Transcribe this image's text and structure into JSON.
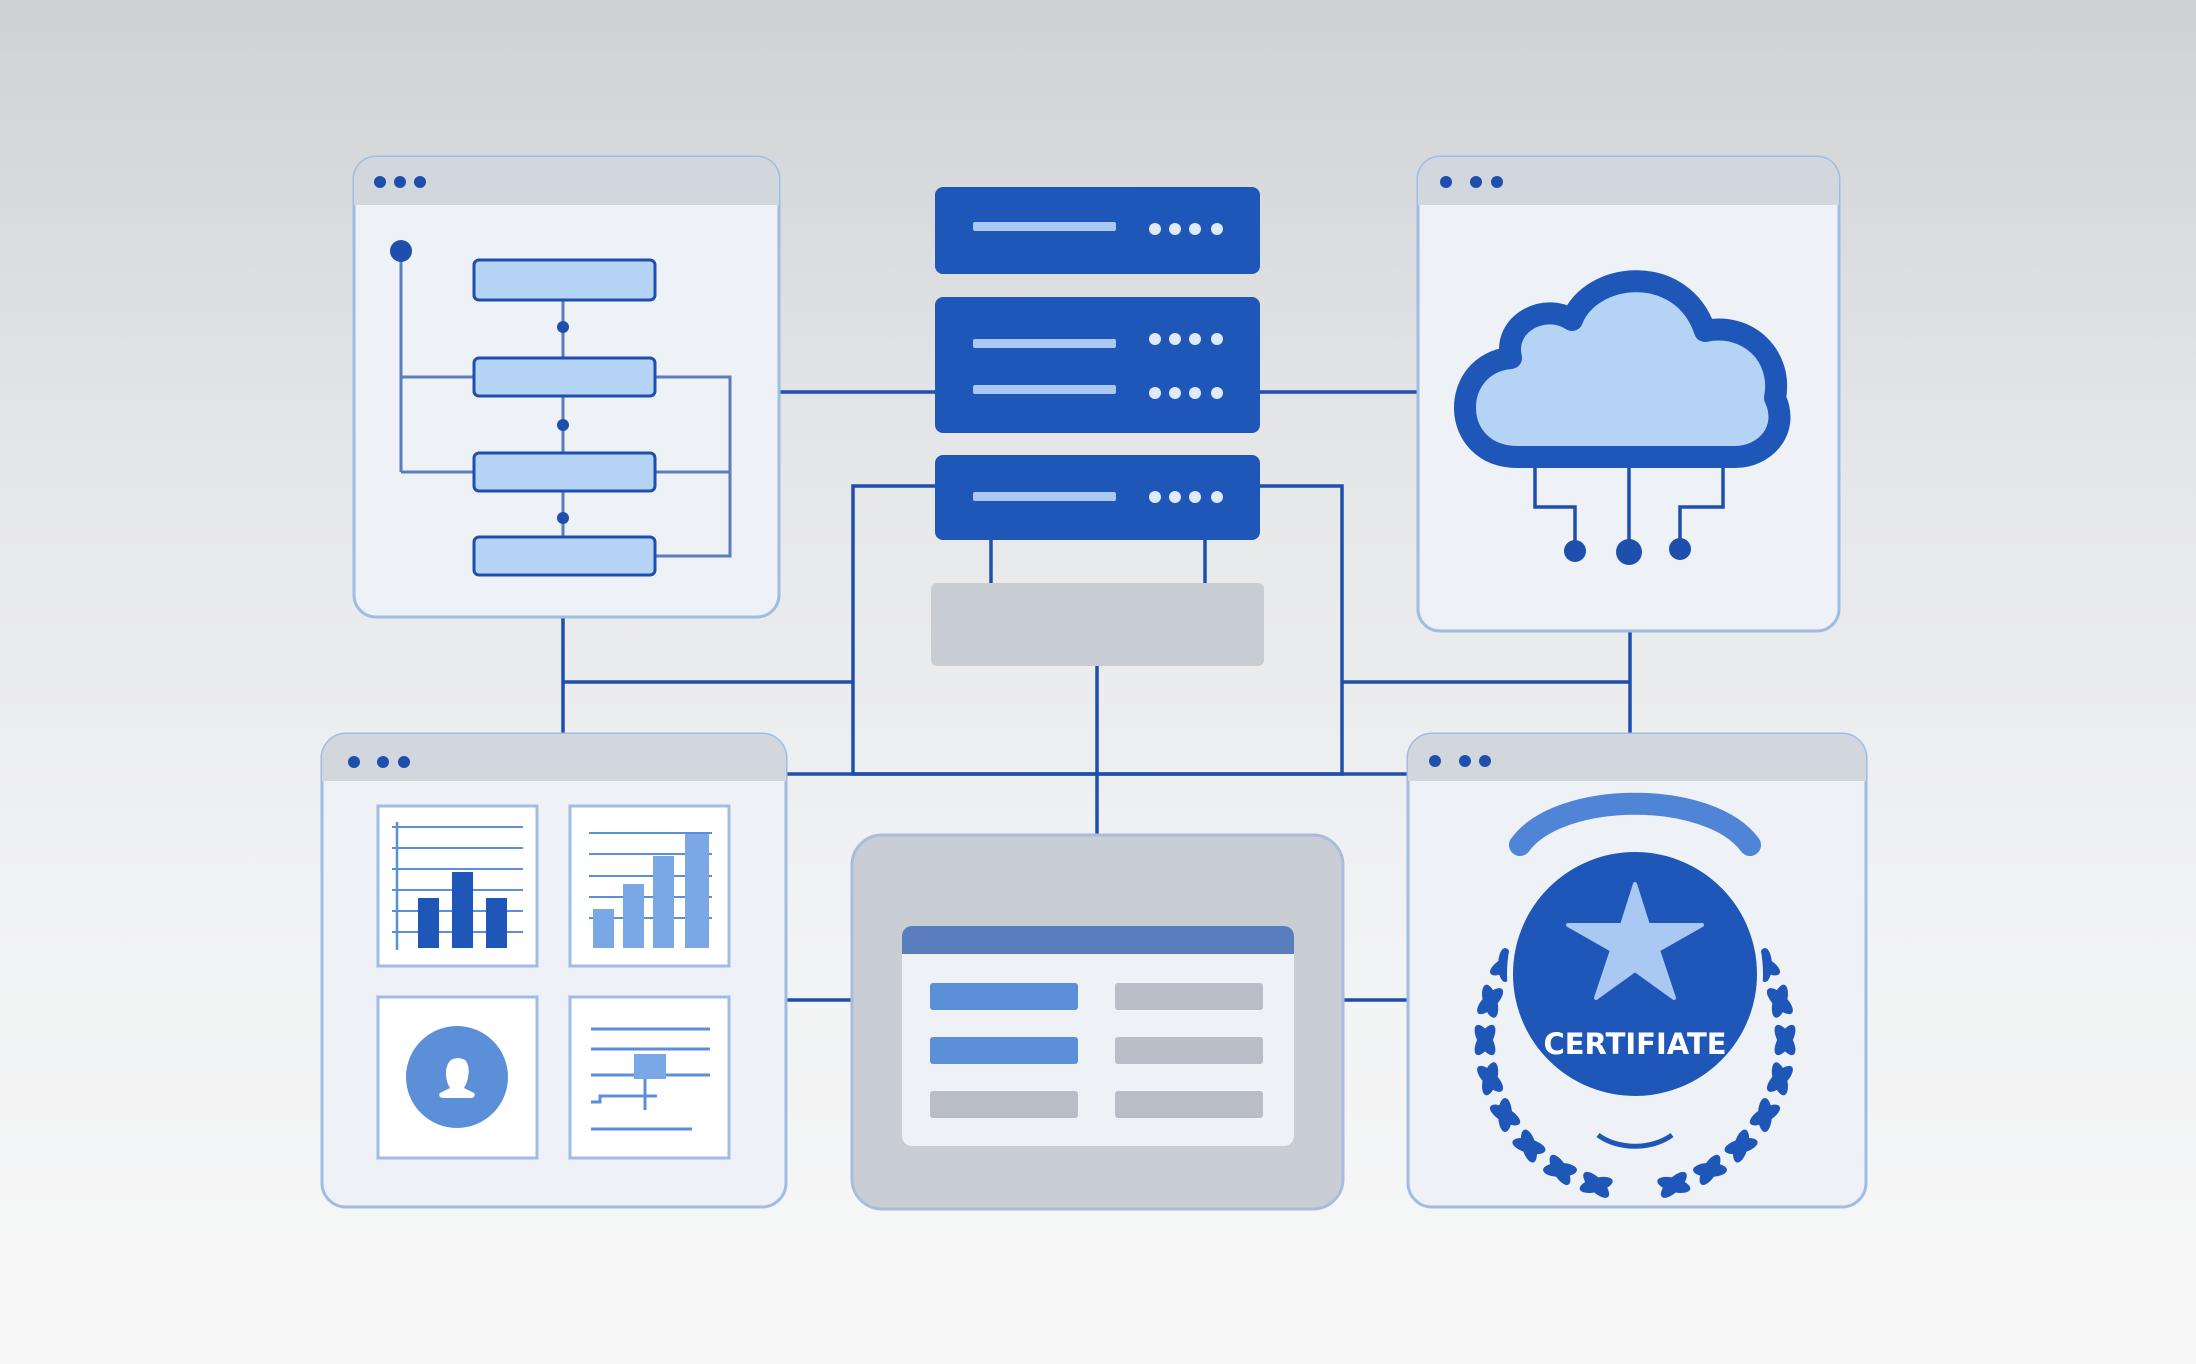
{
  "palette": {
    "line": "#1f4fad",
    "dark_blue": "#1f57b8",
    "mid_blue": "#5b8fd8",
    "light_blue": "#b4d3f5",
    "panel_fill": "#eef1f5",
    "panel_border": "#9fbde4",
    "titlebar": "#d2d7de",
    "gray_block": "#c8ccd3"
  },
  "diagram": {
    "nodes": [
      {
        "id": "flowchart-window",
        "kind": "window",
        "icon": "flowchart-icon"
      },
      {
        "id": "server-stack",
        "kind": "server",
        "icon": "server-rack-icon"
      },
      {
        "id": "cloud-window",
        "kind": "window",
        "icon": "cloud-network-icon"
      },
      {
        "id": "dashboard-window",
        "kind": "window",
        "icon": "analytics-dashboard-icon"
      },
      {
        "id": "table-panel",
        "kind": "panel",
        "icon": "data-table-icon"
      },
      {
        "id": "certificate-window",
        "kind": "window",
        "icon": "certificate-badge-icon"
      }
    ],
    "edges": [
      [
        "flowchart-window",
        "server-stack"
      ],
      [
        "server-stack",
        "cloud-window"
      ],
      [
        "server-stack",
        "table-panel"
      ],
      [
        "flowchart-window",
        "dashboard-window"
      ],
      [
        "cloud-window",
        "certificate-window"
      ],
      [
        "dashboard-window",
        "table-panel"
      ],
      [
        "table-panel",
        "certificate-window"
      ]
    ]
  },
  "certificate": {
    "label": "CERTIFIATE"
  }
}
